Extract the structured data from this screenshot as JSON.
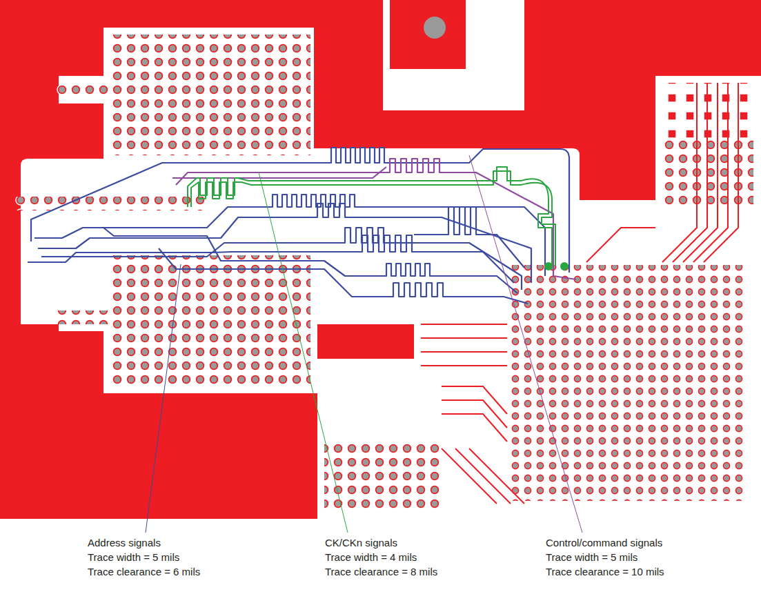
{
  "diagram": {
    "labels": [
      "Address signals",
      "Trace width = 5 mils",
      "Trace clearance = 6 mils",
      "CK/CKn signals",
      "Trace width = 4 mils",
      "Trace clearance = 8 mils",
      "Control/command signals",
      "Trace width = 5 mils",
      "Trace clearance = 10 mils"
    ]
  }
}
